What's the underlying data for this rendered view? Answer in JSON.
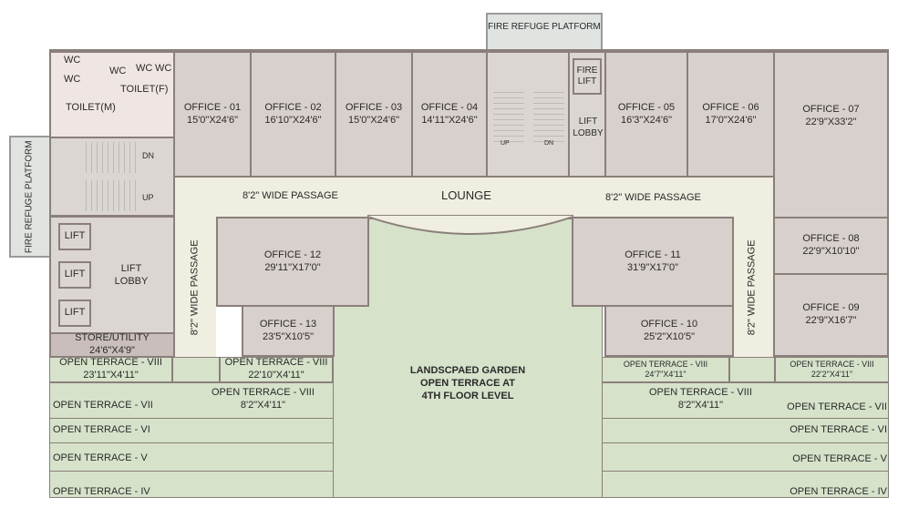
{
  "plan": {
    "fire_refuge_top": "FIRE REFUGE PLATFORM",
    "fire_refuge_left": "FIRE REFUGE PLATFORM",
    "toilets": {
      "wc": "WC",
      "male": "TOILET(M)",
      "female": "TOILET(F)"
    },
    "stairs": {
      "dn": "DN",
      "up": "UP"
    },
    "lift": "LIFT",
    "lift_lobby": "LIFT LOBBY",
    "fire_lift": "FIRE LIFT",
    "store": {
      "name": "STORE/UTILITY",
      "size": "24'6\"X4'9\""
    },
    "offices": [
      {
        "name": "OFFICE - 01",
        "size": "15'0\"X24'6\""
      },
      {
        "name": "OFFICE - 02",
        "size": "16'10\"X24'6\""
      },
      {
        "name": "OFFICE - 03",
        "size": "15'0\"X24'6\""
      },
      {
        "name": "OFFICE - 04",
        "size": "14'11\"X24'6\""
      },
      {
        "name": "OFFICE - 05",
        "size": "16'3\"X24'6\""
      },
      {
        "name": "OFFICE - 06",
        "size": "17'0\"X24'6\""
      },
      {
        "name": "OFFICE - 07",
        "size": "22'9\"X33'2\""
      },
      {
        "name": "OFFICE - 08",
        "size": "22'9\"X10'10\""
      },
      {
        "name": "OFFICE - 09",
        "size": "22'9\"X16'7\""
      },
      {
        "name": "OFFICE - 10",
        "size": "25'2\"X10'5\""
      },
      {
        "name": "OFFICE - 11",
        "size": "31'9\"X17'0\""
      },
      {
        "name": "OFFICE - 12",
        "size": "29'11\"X17'0\""
      },
      {
        "name": "OFFICE - 13",
        "size": "23'5\"X10'5\""
      }
    ],
    "passage": "8'2\" WIDE PASSAGE",
    "lounge": "LOUNGE",
    "garden": [
      "LANDSCPAED GARDEN",
      "OPEN TERRACE AT",
      "4TH FLOOR LEVEL"
    ],
    "terraces": {
      "viii_l1": {
        "name": "OPEN TERRACE - VIII",
        "size": "23'11\"X4'11\""
      },
      "viii_l2": {
        "name": "OPEN TERRACE - VIII",
        "size": "22'10\"X4'11\""
      },
      "viii_l3": {
        "name": "OPEN TERRACE - VIII",
        "size": "8'2\"X4'11\""
      },
      "viii_r1": {
        "name": "OPEN TERRACE - VIII",
        "size": "24'7\"X4'11\""
      },
      "viii_r2": {
        "name": "OPEN TERRACE - VIII",
        "size": "22'2\"X4'11\""
      },
      "viii_r3": {
        "name": "OPEN TERRACE - VIII",
        "size": "8'2\"X4'11\""
      },
      "vii": "OPEN TERRACE - VII",
      "vi": "OPEN TERRACE - VI",
      "v": "OPEN TERRACE - V",
      "iv": "OPEN TERRACE - IV"
    }
  }
}
